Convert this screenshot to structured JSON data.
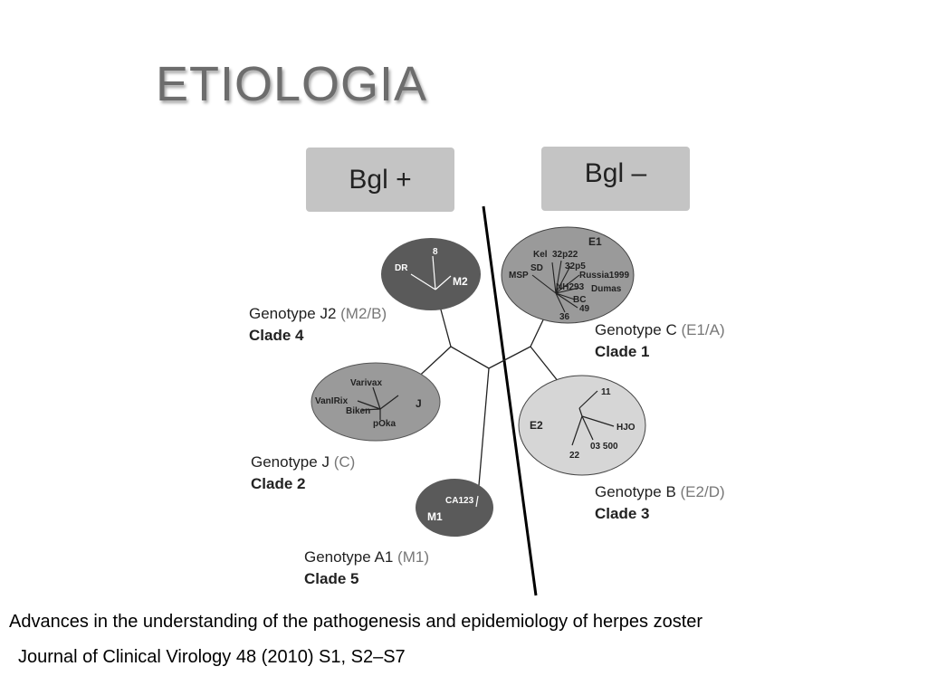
{
  "slide": {
    "title": "ETIOLOGIA",
    "reference_line1": "Advances in the understanding of the pathogenesis and epidemiology of  herpes zoster",
    "reference_line2": "Journal of Clinical Virology 48 (2010) S1, S2–S7"
  },
  "diagram": {
    "bgl_plus": "Bgl +",
    "bgl_minus": "Bgl –",
    "groups": {
      "j2": {
        "genotype": "Genotype J2",
        "code": "(M2/B)",
        "clade": "Clade 4",
        "circle": "M2",
        "labels": [
          "DR",
          "8"
        ]
      },
      "j": {
        "genotype": "Genotype J",
        "code": "(C)",
        "clade": "Clade 2",
        "circle": "J",
        "labels": [
          "Varivax",
          "VanIRix",
          "Biken",
          "pOka"
        ]
      },
      "a1": {
        "genotype": "Genotype A1",
        "code": "(M1)",
        "clade": "Clade 5",
        "circle": "M1",
        "labels": [
          "CA123"
        ]
      },
      "c": {
        "genotype": "Genotype C",
        "code": "(E1/A)",
        "clade": "Clade 1",
        "circle": "E1",
        "labels": [
          "Kel",
          "32p22",
          "32p5",
          "SD",
          "MSP",
          "Russia1999",
          "NH293",
          "Dumas",
          "BC",
          "49",
          "36"
        ]
      },
      "b": {
        "genotype": "Genotype B",
        "code": "(E2/D)",
        "clade": "Clade 3",
        "circle": "E2",
        "labels": [
          "11",
          "HJO",
          "03 500",
          "22"
        ]
      }
    },
    "colors": {
      "dark": "#5a5a5a",
      "medium": "#9a9a9a",
      "light": "#d6d6d6",
      "box": "#c4c4c4"
    }
  }
}
